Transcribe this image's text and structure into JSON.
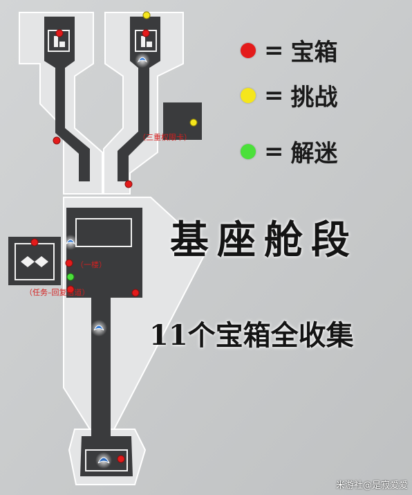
{
  "legend": {
    "items": [
      {
        "symbol": "=",
        "label": "宝箱",
        "color": "#e41b1b"
      },
      {
        "symbol": "=",
        "label": "挑战",
        "color": "#f5e61c"
      },
      {
        "symbol": "=",
        "label": "解迷",
        "color": "#4be03a"
      }
    ]
  },
  "title": "基座舱段",
  "subtitle": "11个宝箱全收集",
  "watermark": "米游社@是寂爱爱",
  "notes": {
    "room_note": "（三重权限卡）",
    "floor_note": "（一楼）",
    "task_note": "（任务–回复信道）"
  },
  "colors": {
    "background": "#c9cbcc",
    "corridor": "#3a3b3d",
    "room_outline": "#f2f2f2",
    "chest": "#e41b1b",
    "challenge": "#f5e61c",
    "puzzle": "#4be03a",
    "space_anchor": "#3a7fd8"
  },
  "markers": {
    "chests": [
      {
        "location": "top-left room"
      },
      {
        "location": "left corridor"
      },
      {
        "location": "top-right room"
      },
      {
        "location": "right corridor"
      },
      {
        "location": "left side room"
      },
      {
        "location": "main hall left (first floor)"
      },
      {
        "location": "main hall left (task)"
      },
      {
        "location": "main hall right"
      },
      {
        "location": "bottom room"
      }
    ],
    "challenges": [
      {
        "location": "top-right room"
      },
      {
        "location": "right side room"
      }
    ],
    "puzzles": [
      {
        "location": "main hall left"
      }
    ],
    "space_anchors": [
      {
        "icon": "space-anchor-icon"
      },
      {
        "icon": "space-anchor-icon"
      },
      {
        "icon": "space-anchor-icon"
      },
      {
        "icon": "space-anchor-icon"
      }
    ]
  }
}
